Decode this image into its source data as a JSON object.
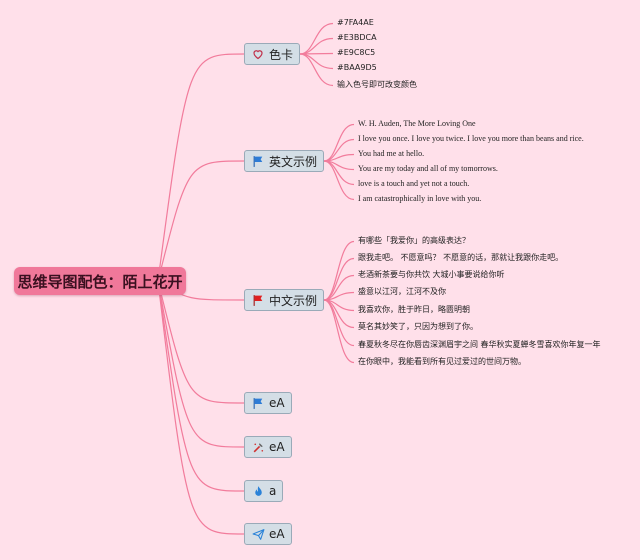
{
  "root": {
    "title": "思维导图配色：陌上花开"
  },
  "branches": [
    {
      "label": "色卡",
      "icon": "heart-icon",
      "items": [
        "#7FA4AE",
        "#E3BDCA",
        "#E9C8C5",
        "#BAA9D5",
        "输入色号即可改变颜色"
      ]
    },
    {
      "label": "英文示例",
      "icon": "blue-flag-icon",
      "items": [
        "W. H. Auden, The More Loving One",
        "I love you once. I love you twice. I love you more than beans and rice.",
        "You had me at hello.",
        "You are my today and all of my tomorrows.",
        "love is a touch and yet not a touch.",
        "I am catastrophically in love with you."
      ]
    },
    {
      "label": "中文示例",
      "icon": "red-flag-icon",
      "items": [
        "有哪些「我爱你」的高级表达？",
        "跟我走吧。 不愿意吗？ 不愿意的话，那就让我跟你走吧。",
        "老酒新茶要与你共饮 大城小事要说给你听",
        "盛意以江河，江河不及你",
        "我喜欢你，胜于昨日，略匮明朝",
        "莫名其妙笑了，只因为想到了你。",
        "春夏秋冬尽在你唇齿深渊眉宇之间 春华秋实夏蝉冬雪喜欢你年复一年",
        "在你眼中，我能看到所有见过爱过的世间万物。"
      ]
    },
    {
      "label": "eA",
      "icon": "blue-flag-icon",
      "items": []
    },
    {
      "label": "eA",
      "icon": "tools-icon",
      "items": []
    },
    {
      "label": "a",
      "icon": "flame-icon",
      "items": []
    },
    {
      "label": "eA",
      "icon": "paper-plane-icon",
      "items": []
    }
  ],
  "colors": {
    "background": "#FFE0EA",
    "root": "#F0789A",
    "connector": "#F27C9C",
    "branch_fill": "#D4DEE6"
  }
}
